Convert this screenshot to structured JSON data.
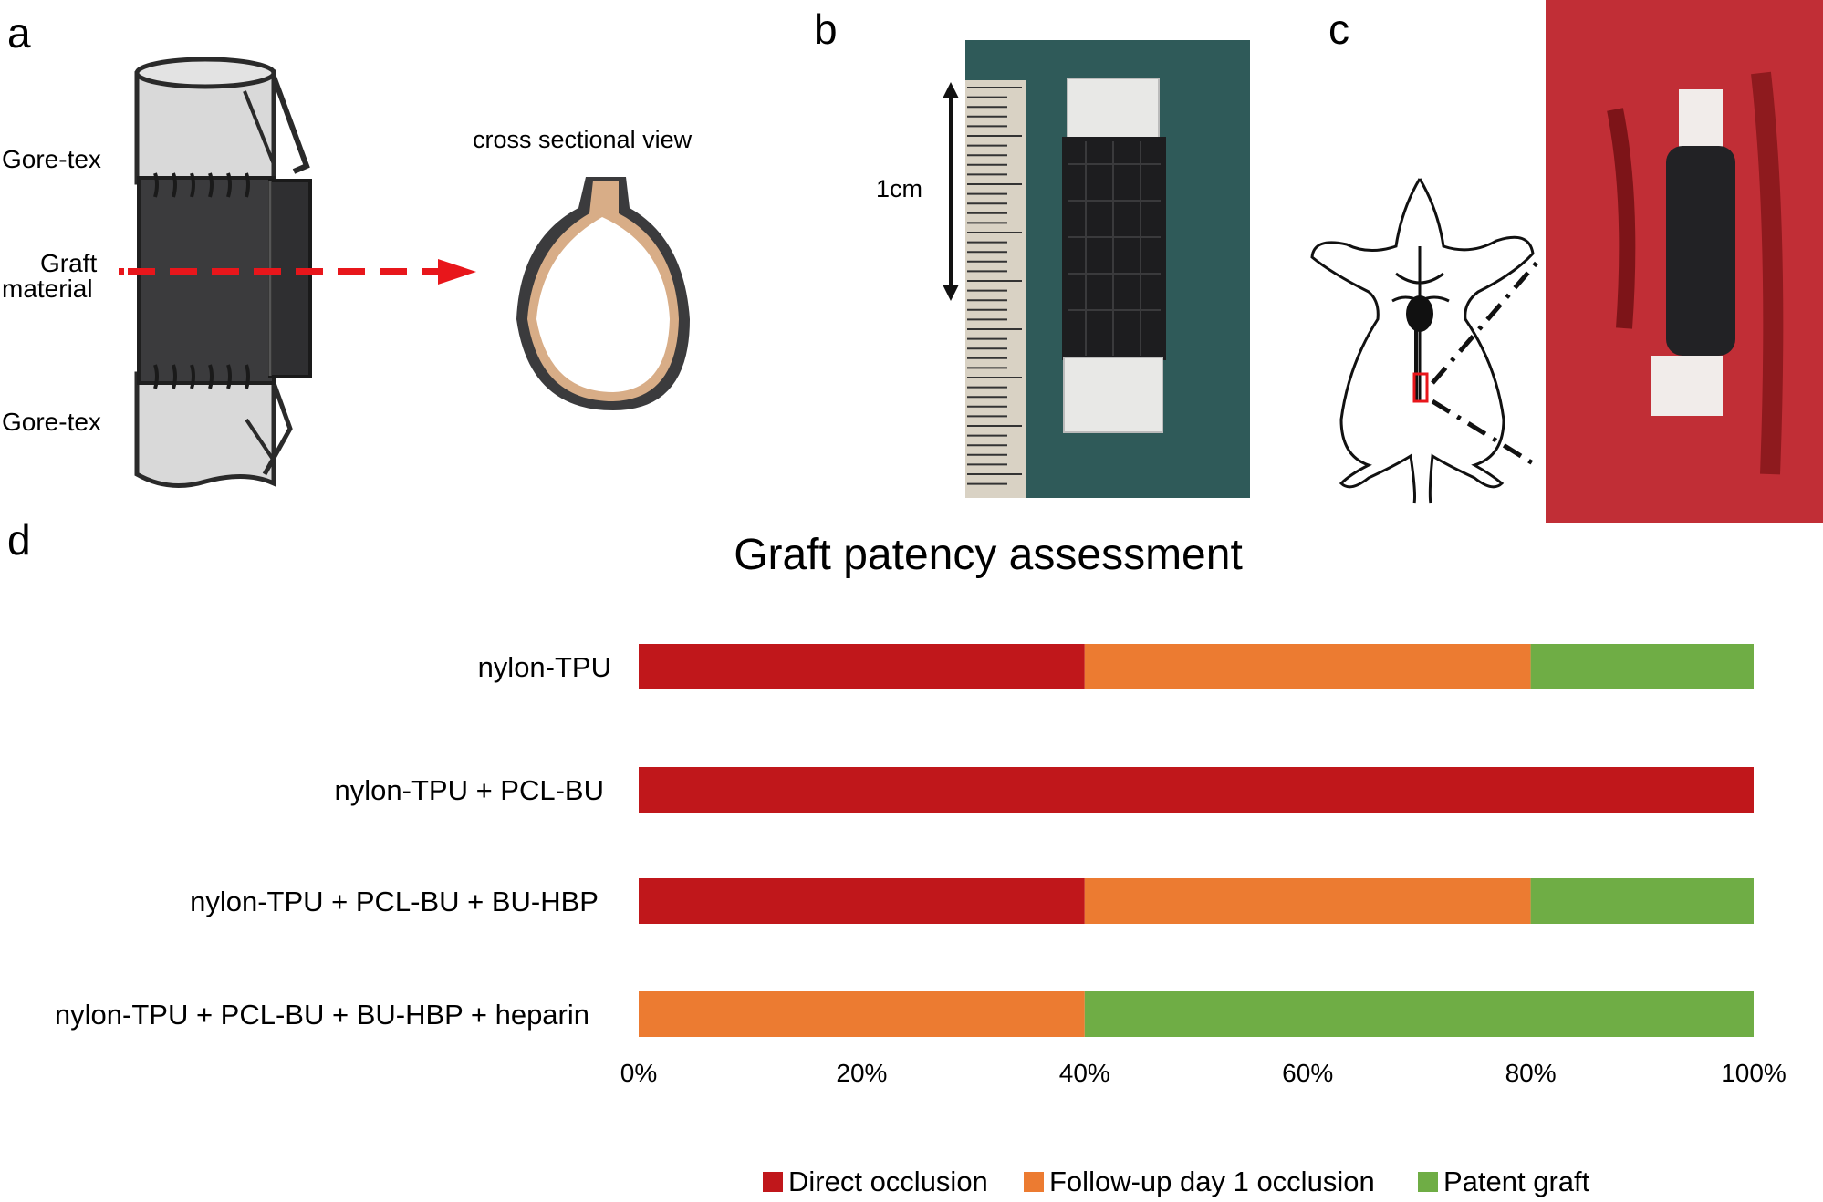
{
  "panels": {
    "a": {
      "letter": "a",
      "gore_tex_top": "Gore-tex",
      "graft_material_line1": "Graft",
      "graft_material_line2": "material",
      "gore_tex_bottom": "Gore-tex",
      "cross_section_label": "cross sectional view"
    },
    "b": {
      "letter": "b",
      "scale_label": "1cm"
    },
    "c": {
      "letter": "c"
    },
    "d": {
      "letter": "d"
    }
  },
  "colors": {
    "direct": "#c0171b",
    "followup": "#ec7b31",
    "patent": "#6fad45",
    "graft_dark": "#3b3b3d",
    "gore_light": "#d9d9d9",
    "arrow_red": "#e8161b",
    "cross_fill": "#d8ad87",
    "photo_green": "#2f5a59"
  },
  "chart_data": {
    "type": "bar",
    "orientation": "horizontal",
    "stacked": true,
    "title": "Graft patency assessment",
    "categories": [
      "nylon-TPU",
      "nylon-TPU + PCL-BU",
      "nylon-TPU + PCL-BU + BU-HBP",
      "nylon-TPU + PCL-BU + BU-HBP + heparin"
    ],
    "series": [
      {
        "name": "Direct occlusion",
        "values": [
          40,
          100,
          40,
          0
        ]
      },
      {
        "name": "Follow-up day 1 occlusion",
        "values": [
          40,
          0,
          40,
          40
        ]
      },
      {
        "name": "Patent graft",
        "values": [
          20,
          0,
          20,
          60
        ]
      }
    ],
    "xlim": [
      0,
      100
    ],
    "xticks": [
      "0%",
      "20%",
      "40%",
      "60%",
      "80%",
      "100%"
    ],
    "xlabel": "",
    "ylabel": "",
    "grid": false,
    "legend": "bottom"
  }
}
